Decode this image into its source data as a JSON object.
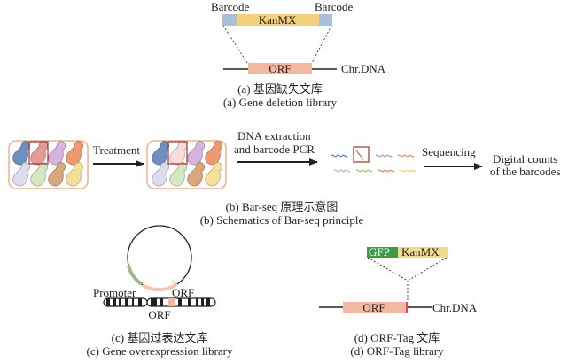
{
  "panel_a": {
    "barcode_left": "Barcode",
    "barcode_right": "Barcode",
    "cassette": "KanMX",
    "orf": "ORF",
    "chr": "Chr.DNA",
    "caption_zh": "(a) 基因缺失文库",
    "caption_en": "(a) Gene deletion library"
  },
  "panel_b": {
    "step1": "Treatment",
    "step2_line1": "DNA extraction",
    "step2_line2": "and barcode PCR",
    "step3": "Sequencing",
    "result_line1": "Digital counts",
    "result_line2": "of the barcodes",
    "caption_zh": "(b) Bar-seq 原理示意图",
    "caption_en": "(b) Schematics of Bar-seq principle",
    "strain_colors_before": [
      "#6f8fc0",
      "#e79b95",
      "#d7b3e0",
      "#ee9a70",
      "#dcdcec",
      "#d4e7bf",
      "#d9a67e",
      "#f3e19a"
    ],
    "strain_colors_after": [
      "#6f8fc0",
      "#f6dcdc",
      "#d7b3e0",
      "#ee9a70",
      "#dcdcec",
      "#d4e7bf",
      "#d9a67e",
      "#f3e19a"
    ],
    "barcode_colors": [
      "#5c7db8",
      "#c0605a",
      "#b68cc8",
      "#e09066",
      "#b8b8d8",
      "#9fbf7a",
      "#c89070",
      "#e8d07a"
    ]
  },
  "panel_c": {
    "promoter": "Promoter",
    "orf_plasmid": "ORF",
    "orf_chr": "ORF",
    "caption_zh": "(c) 基因过表达文库",
    "caption_en": "(c) Gene overexpression library"
  },
  "panel_d": {
    "gfp": "GFP",
    "cassette": "KanMX",
    "orf": "ORF",
    "chr": "Chr.DNA",
    "caption_zh": "(d) ORF-Tag 文库",
    "caption_en": "(d) ORF-Tag library"
  }
}
